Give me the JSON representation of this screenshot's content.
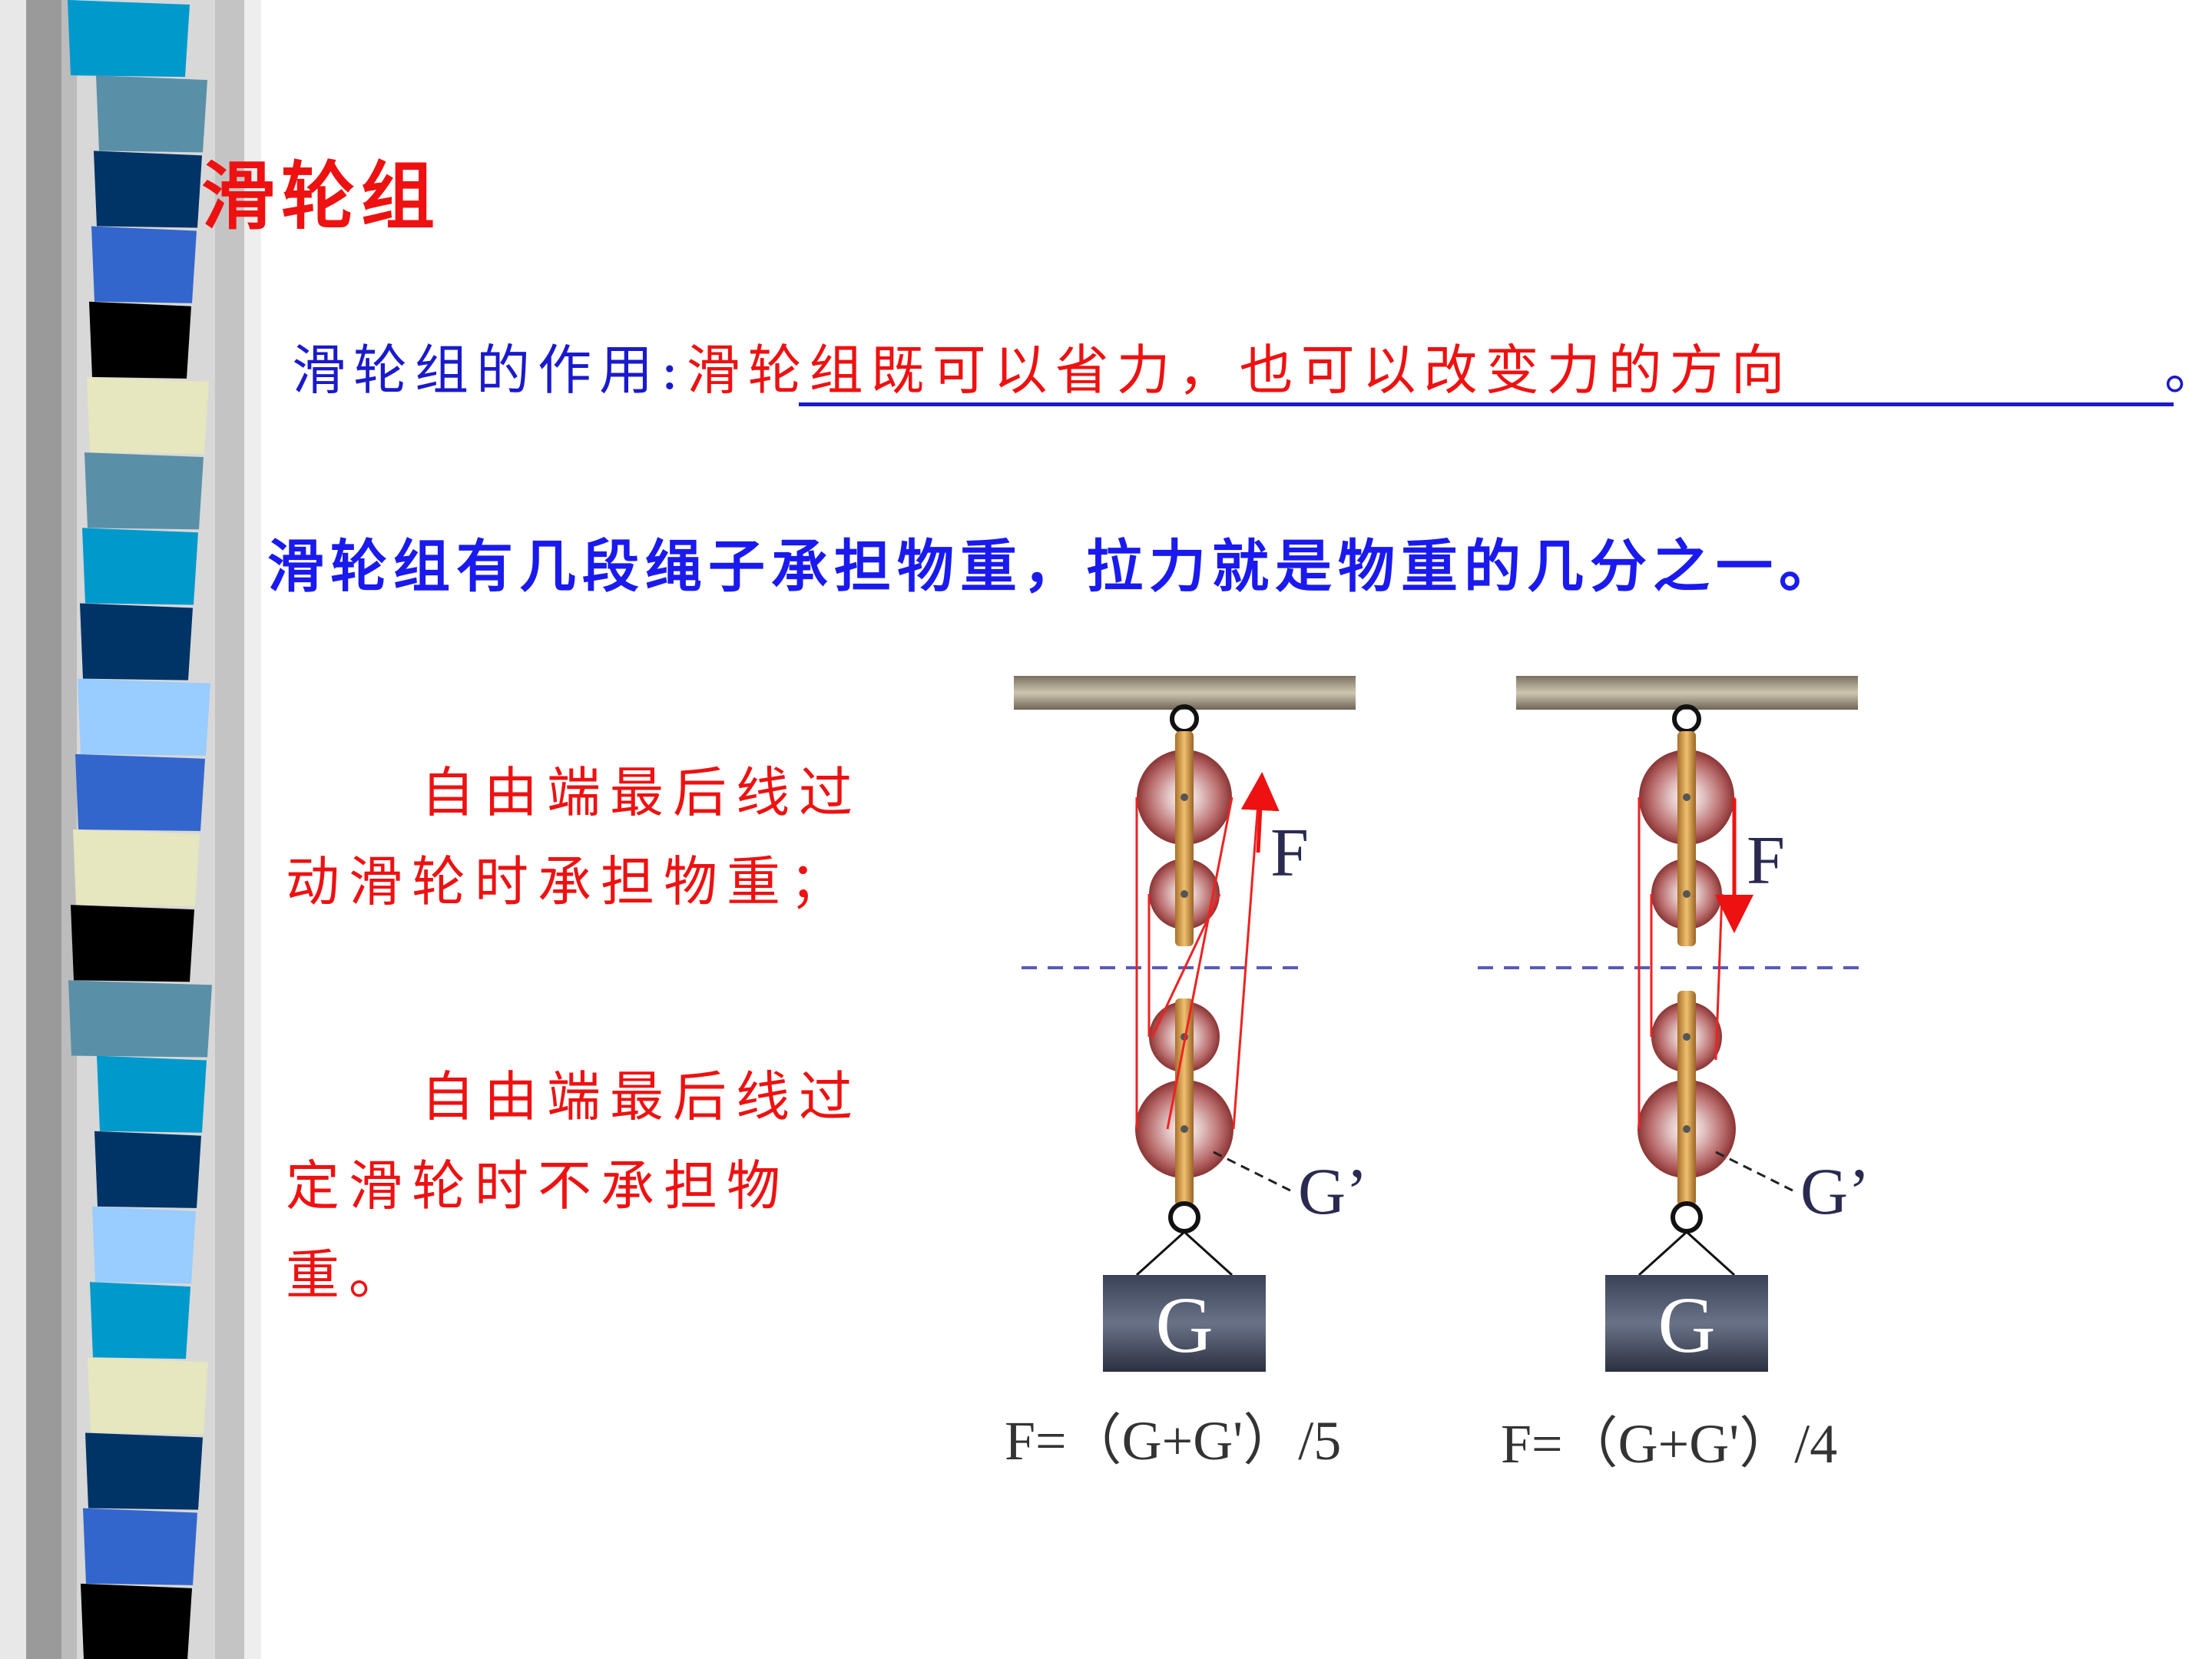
{
  "slide": {
    "title": "滑轮组"
  },
  "function_line": {
    "label": "滑轮组的作用",
    "colon": ":",
    "answer": "滑轮组既可以省力，也可以改变力的方向",
    "period": "。"
  },
  "rule": "滑轮组有几段绳子承担物重，拉力就是物重的几分之一。",
  "notes": [
    "自由端最后线过动滑轮时承担物重；",
    "自由端最后线过定滑轮时不承担物重。"
  ],
  "diagrams": [
    {
      "force_label": "F",
      "pulley_weight_label": "G’",
      "weight_label": "G",
      "formula": "F=（G+G'）/5",
      "force_direction": "up"
    },
    {
      "force_label": "F",
      "pulley_weight_label": "G’",
      "weight_label": "G",
      "formula": "F=（G+G'）/4",
      "force_direction": "down"
    }
  ],
  "colors": {
    "red_text": "#ee1111",
    "blue_text": "#1a1acc",
    "stripe_navy": "#003366",
    "stripe_blue": "#3366cc",
    "stripe_cyan": "#0099cc",
    "stripe_steel": "#5a8fa8",
    "stripe_light_blue": "#99ccff",
    "stripe_cream": "#e6e6bf",
    "stripe_black": "#000000"
  }
}
